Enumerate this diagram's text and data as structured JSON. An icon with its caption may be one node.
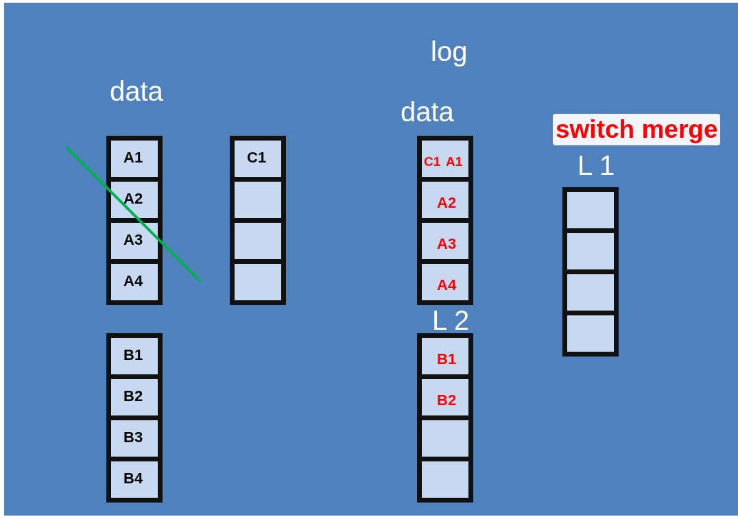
{
  "diagram": {
    "nodes": [
      {
        "text": [],
        "shape": "box"
      },
      {
        "text": [
          "A1"
        ],
        "in": 0
      },
      {
        "text": [
          "A2"
        ],
        "in": 0
      },
      {
        "text": [
          "A3"
        ],
        "in": 0
      },
      {
        "text": [
          "A4"
        ],
        "in": 0
      },
      {
        "text": [],
        "shape": "box"
      },
      {
        "text": [
          "C1"
        ],
        "in": 5
      },
      {
        "text": [],
        "shape": "box",
        "in": 5
      },
      {
        "text": [],
        "shape": "box",
        "in": 5
      },
      {
        "text": [],
        "shape": "box",
        "in": 5
      },
      {
        "text": [],
        "shape": "box"
      },
      {
        "text": [
          "C1",
          "A1"
        ],
        "in": 10
      },
      {
        "text": [
          "A2"
        ],
        "in": 10
      },
      {
        "text": [
          "A3"
        ],
        "in": 10
      },
      {
        "text": [
          "A4"
        ],
        "in": 10
      },
      {
        "text": [],
        "shape": "box"
      },
      {
        "text": [],
        "shape": "box",
        "in": 15
      },
      {
        "text": [],
        "shape": "box",
        "in": 15
      },
      {
        "text": [],
        "shape": "box",
        "in": 15
      },
      {
        "text": [],
        "shape": "box",
        "in": 15
      },
      {
        "text": [],
        "shape": "box"
      },
      {
        "text": [
          "B1"
        ],
        "in": 20
      },
      {
        "text": [
          "B2"
        ],
        "in": 20
      },
      {
        "text": [
          "B3"
        ],
        "in": 20
      },
      {
        "text": [
          "B4"
        ],
        "in": 20
      },
      {
        "text": [],
        "shape": "box"
      },
      {
        "text": [
          "B1"
        ],
        "in": 25
      },
      {
        "text": [
          "B2"
        ],
        "in": 25
      },
      {
        "text": [],
        "shape": "box",
        "in": 25
      },
      {
        "text": [],
        "shape": "box",
        "in": 25
      }
    ],
    "edges": [],
    "labels": [
      "log",
      "data",
      "data",
      "switch merge",
      "L 1",
      "L 2"
    ]
  }
}
